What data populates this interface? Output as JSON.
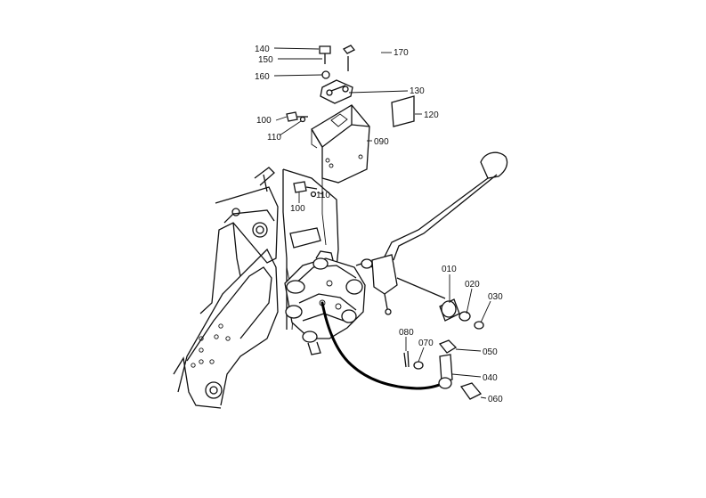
{
  "labels": {
    "p140": "140",
    "p150": "150",
    "p160": "160",
    "p170": "170",
    "p130": "130",
    "p120": "120",
    "p100a": "100",
    "p110a": "110",
    "p090": "090",
    "p110b": "110",
    "p100b": "100",
    "p010": "010",
    "p020": "020",
    "p030": "030",
    "p080": "080",
    "p070": "070",
    "p050": "050",
    "p040": "040",
    "p060": "060"
  }
}
